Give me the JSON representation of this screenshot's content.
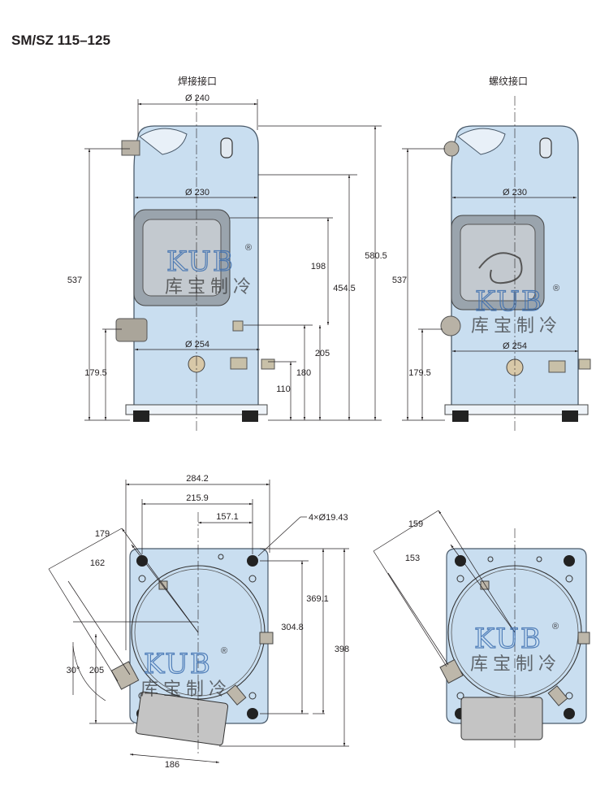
{
  "title": "SM/SZ 115–125",
  "captions": {
    "welded": "焊接接口",
    "threaded": "螺纹接口"
  },
  "watermark": {
    "brand": "KUB",
    "cn": "库宝制冷",
    "reg": "®"
  },
  "left_view": {
    "d_top": "Ø 240",
    "d_mid": "Ø 230",
    "d_low": "Ø 254",
    "h_total": "537",
    "h_low": "179.5",
    "h_198": "198",
    "h_580": "580.5",
    "h_454": "454.5",
    "h_205": "205",
    "h_180": "180",
    "h_110": "110"
  },
  "right_view": {
    "d_mid": "Ø 230",
    "d_low": "Ø 254",
    "h_total": "537",
    "h_low": "179.5"
  },
  "bottom_left": {
    "w_284": "284.2",
    "w_215": "215.9",
    "w_157": "157.1",
    "holes": "4×Ø19.43",
    "r_179": "179",
    "r_162": "162",
    "h_369": "369.1",
    "h_304": "304.8",
    "h_398": "398",
    "angle": "30°",
    "r_205": "205",
    "w_186": "186"
  },
  "bottom_right": {
    "r_159": "159",
    "r_153": "153"
  }
}
